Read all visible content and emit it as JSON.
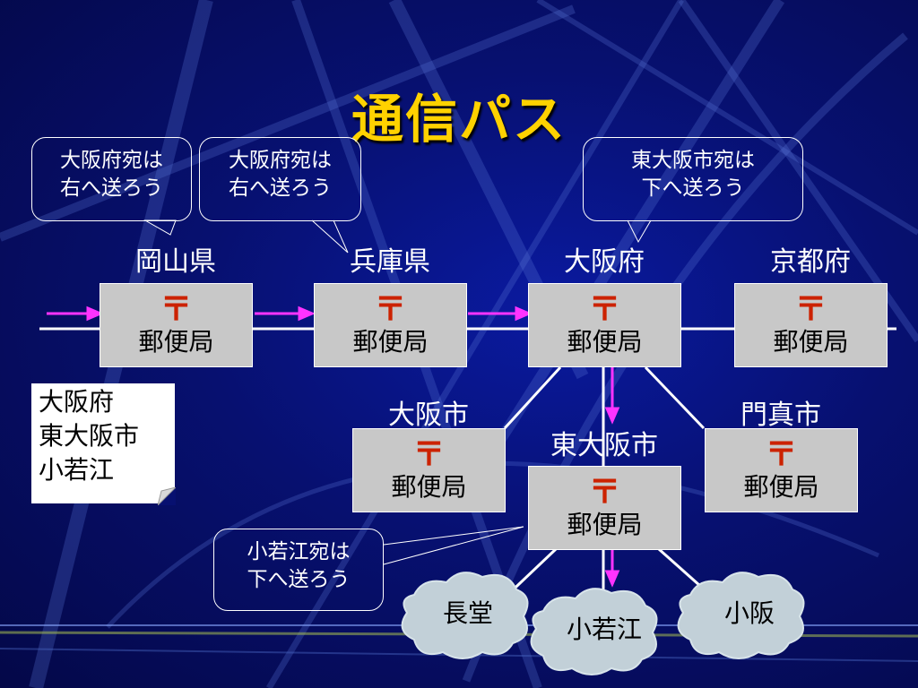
{
  "title": "通信パス",
  "prefectures": {
    "okayama": "岡山県",
    "hyogo": "兵庫県",
    "osaka": "大阪府",
    "kyoto": "京都府"
  },
  "cities": {
    "osaka_city": "大阪市",
    "higashiosaka": "東大阪市",
    "kadoma": "門真市"
  },
  "post_office": {
    "mark": "〒",
    "label": "郵便局"
  },
  "bubbles": {
    "b1": [
      "大阪府宛は",
      "右へ送ろう"
    ],
    "b2": [
      "大阪府宛は",
      "右へ送ろう"
    ],
    "b3": [
      "東大阪市宛は",
      "下へ送ろう"
    ],
    "b4": [
      "小若江宛は",
      "下へ送ろう"
    ]
  },
  "address_note": [
    "大阪府",
    "東大阪市",
    "小若江"
  ],
  "towns": {
    "chodo": "長堂",
    "kowakae": "小若江",
    "kosaka": "小阪"
  },
  "colors": {
    "title": "#ffd200",
    "arrow": "#ff33ff",
    "mark": "#cc2200",
    "office": "#c8c8c8"
  }
}
